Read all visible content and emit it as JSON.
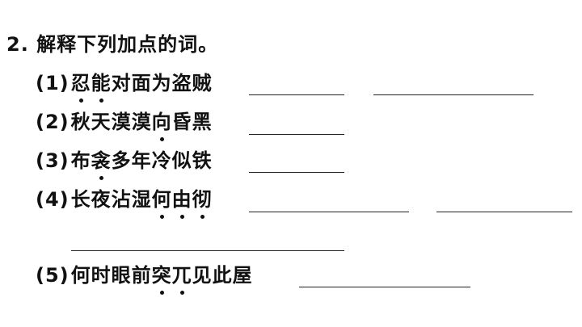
{
  "question": {
    "label": "2.",
    "title": "解释下列加点的词。"
  },
  "items": [
    {
      "num": "(1)",
      "chars": [
        "忍",
        "能",
        "对",
        "面",
        "为",
        "盗",
        "贼"
      ],
      "dotted": [
        0,
        1
      ]
    },
    {
      "num": "(2)",
      "chars": [
        "秋",
        "天",
        "漠",
        "漠",
        "向",
        "昏",
        "黑"
      ],
      "dotted": [
        4
      ]
    },
    {
      "num": "(3)",
      "chars": [
        "布",
        "衾",
        "多",
        "年",
        "冷",
        "似",
        "铁"
      ],
      "dotted": [
        1
      ]
    },
    {
      "num": "(4)",
      "chars": [
        "长",
        "夜",
        "沾",
        "湿",
        "何",
        "由",
        "彻"
      ],
      "dotted": [
        4,
        5,
        6
      ]
    },
    {
      "num": "(5)",
      "chars": [
        "何",
        "时",
        "眼",
        "前",
        "突",
        "兀",
        "见",
        "此",
        "屋"
      ],
      "dotted": [
        4,
        5
      ]
    }
  ]
}
